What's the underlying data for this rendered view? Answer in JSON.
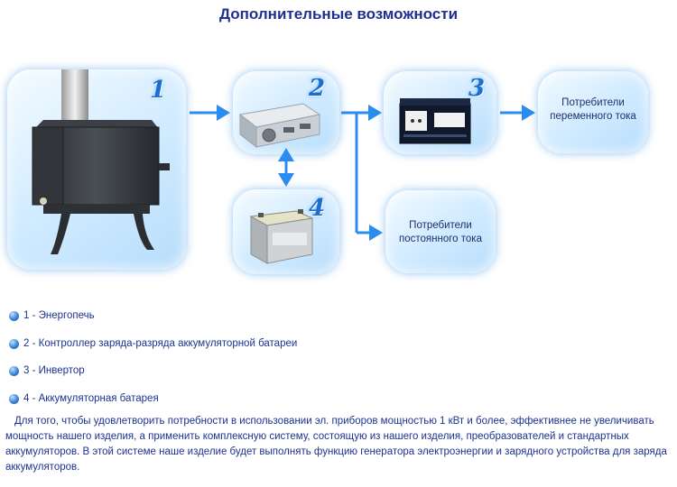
{
  "title": "Дополнительные возможности",
  "boxes": {
    "stove": {
      "number": "1"
    },
    "controller": {
      "number": "2"
    },
    "inverter": {
      "number": "3"
    },
    "battery": {
      "number": "4"
    },
    "ac_consumers": {
      "line1": "Потребители",
      "line2": "переменного тока"
    },
    "dc_consumers": {
      "line1": "Потребители",
      "line2": "постоянного тока"
    }
  },
  "legend": [
    "1 - Энергопечь",
    "2 - Контроллер заряда-разряда аккумуляторной батареи",
    "3 - Инвертор",
    "4 - Аккумуляторная батарея"
  ],
  "paragraph": "Для того, чтобы удовлетворить потребности в использовании эл. приборов мощностью 1 кВт и более, эффективнее не увеличивать мощность нашего изделия, а применить комплексную систему, состоящую из нашего изделия, преобразователей и стандартных аккумуляторов. В этой системе наше изделие будет выполнять функцию генератора электроэнергии и зарядного устройства  для заряда аккумуляторов.",
  "colors": {
    "title": "#1f2f8f",
    "arrow": "#2a8cf0",
    "number": "#1b6fd0",
    "text": "#1c3290"
  }
}
